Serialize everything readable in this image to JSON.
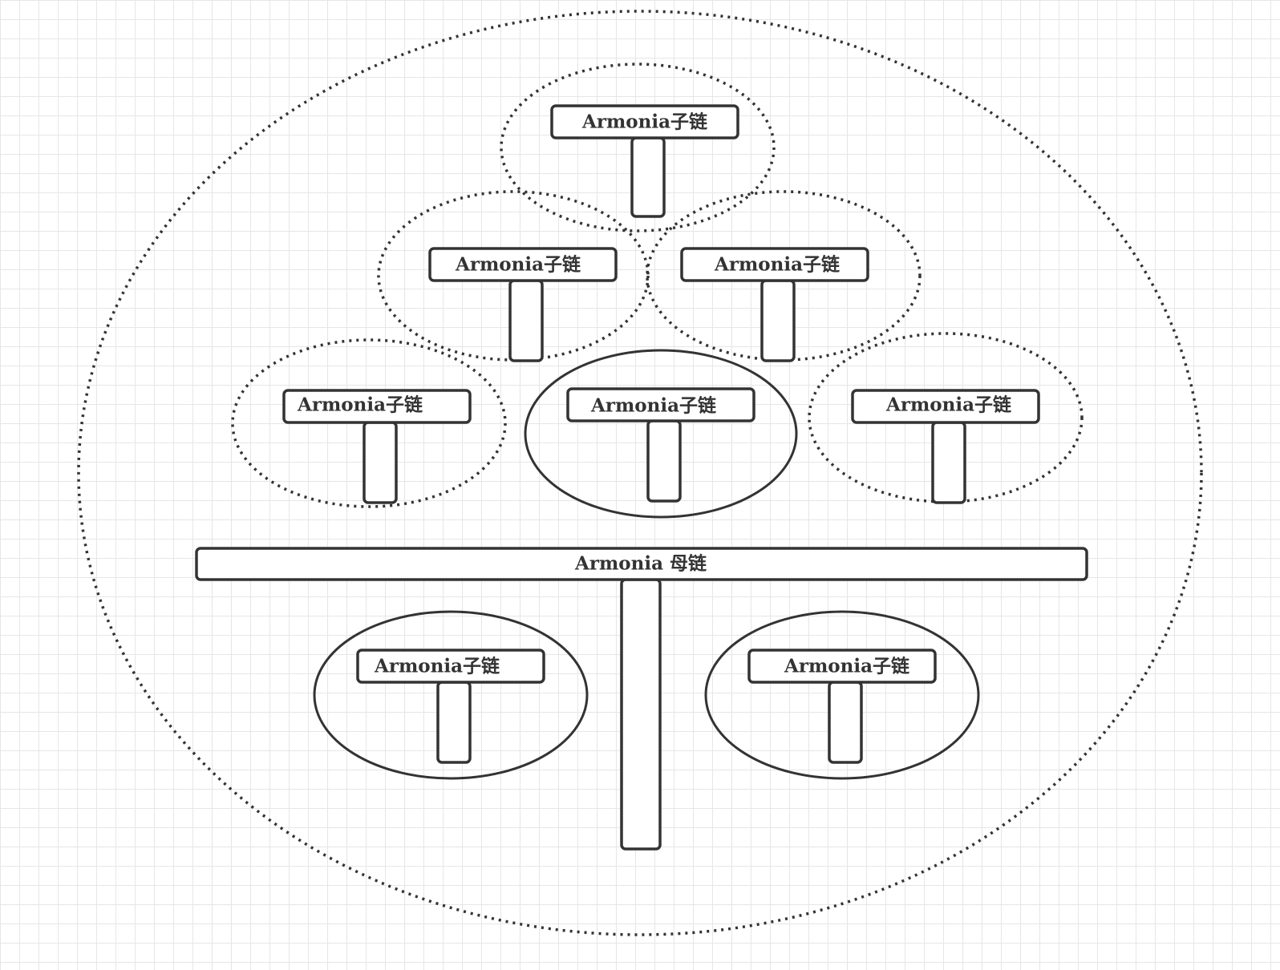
{
  "diagram": {
    "colors": {
      "stroke": "#333333",
      "grid": "#e6e6e6",
      "background": "#ffffff",
      "fill": "#ffffff"
    },
    "mother_chain": {
      "label": "Armonia 母链"
    },
    "sub_chains": [
      {
        "label": "Armonia子链",
        "group_style": "dotted"
      },
      {
        "label": "Armonia子链",
        "group_style": "dotted"
      },
      {
        "label": "Armonia子链",
        "group_style": "dotted"
      },
      {
        "label": "Armonia子链",
        "group_style": "dotted"
      },
      {
        "label": "Armonia子链",
        "group_style": "solid"
      },
      {
        "label": "Armonia子链",
        "group_style": "dotted"
      },
      {
        "label": "Armonia子链",
        "group_style": "solid"
      },
      {
        "label": "Armonia子链",
        "group_style": "solid"
      }
    ]
  }
}
